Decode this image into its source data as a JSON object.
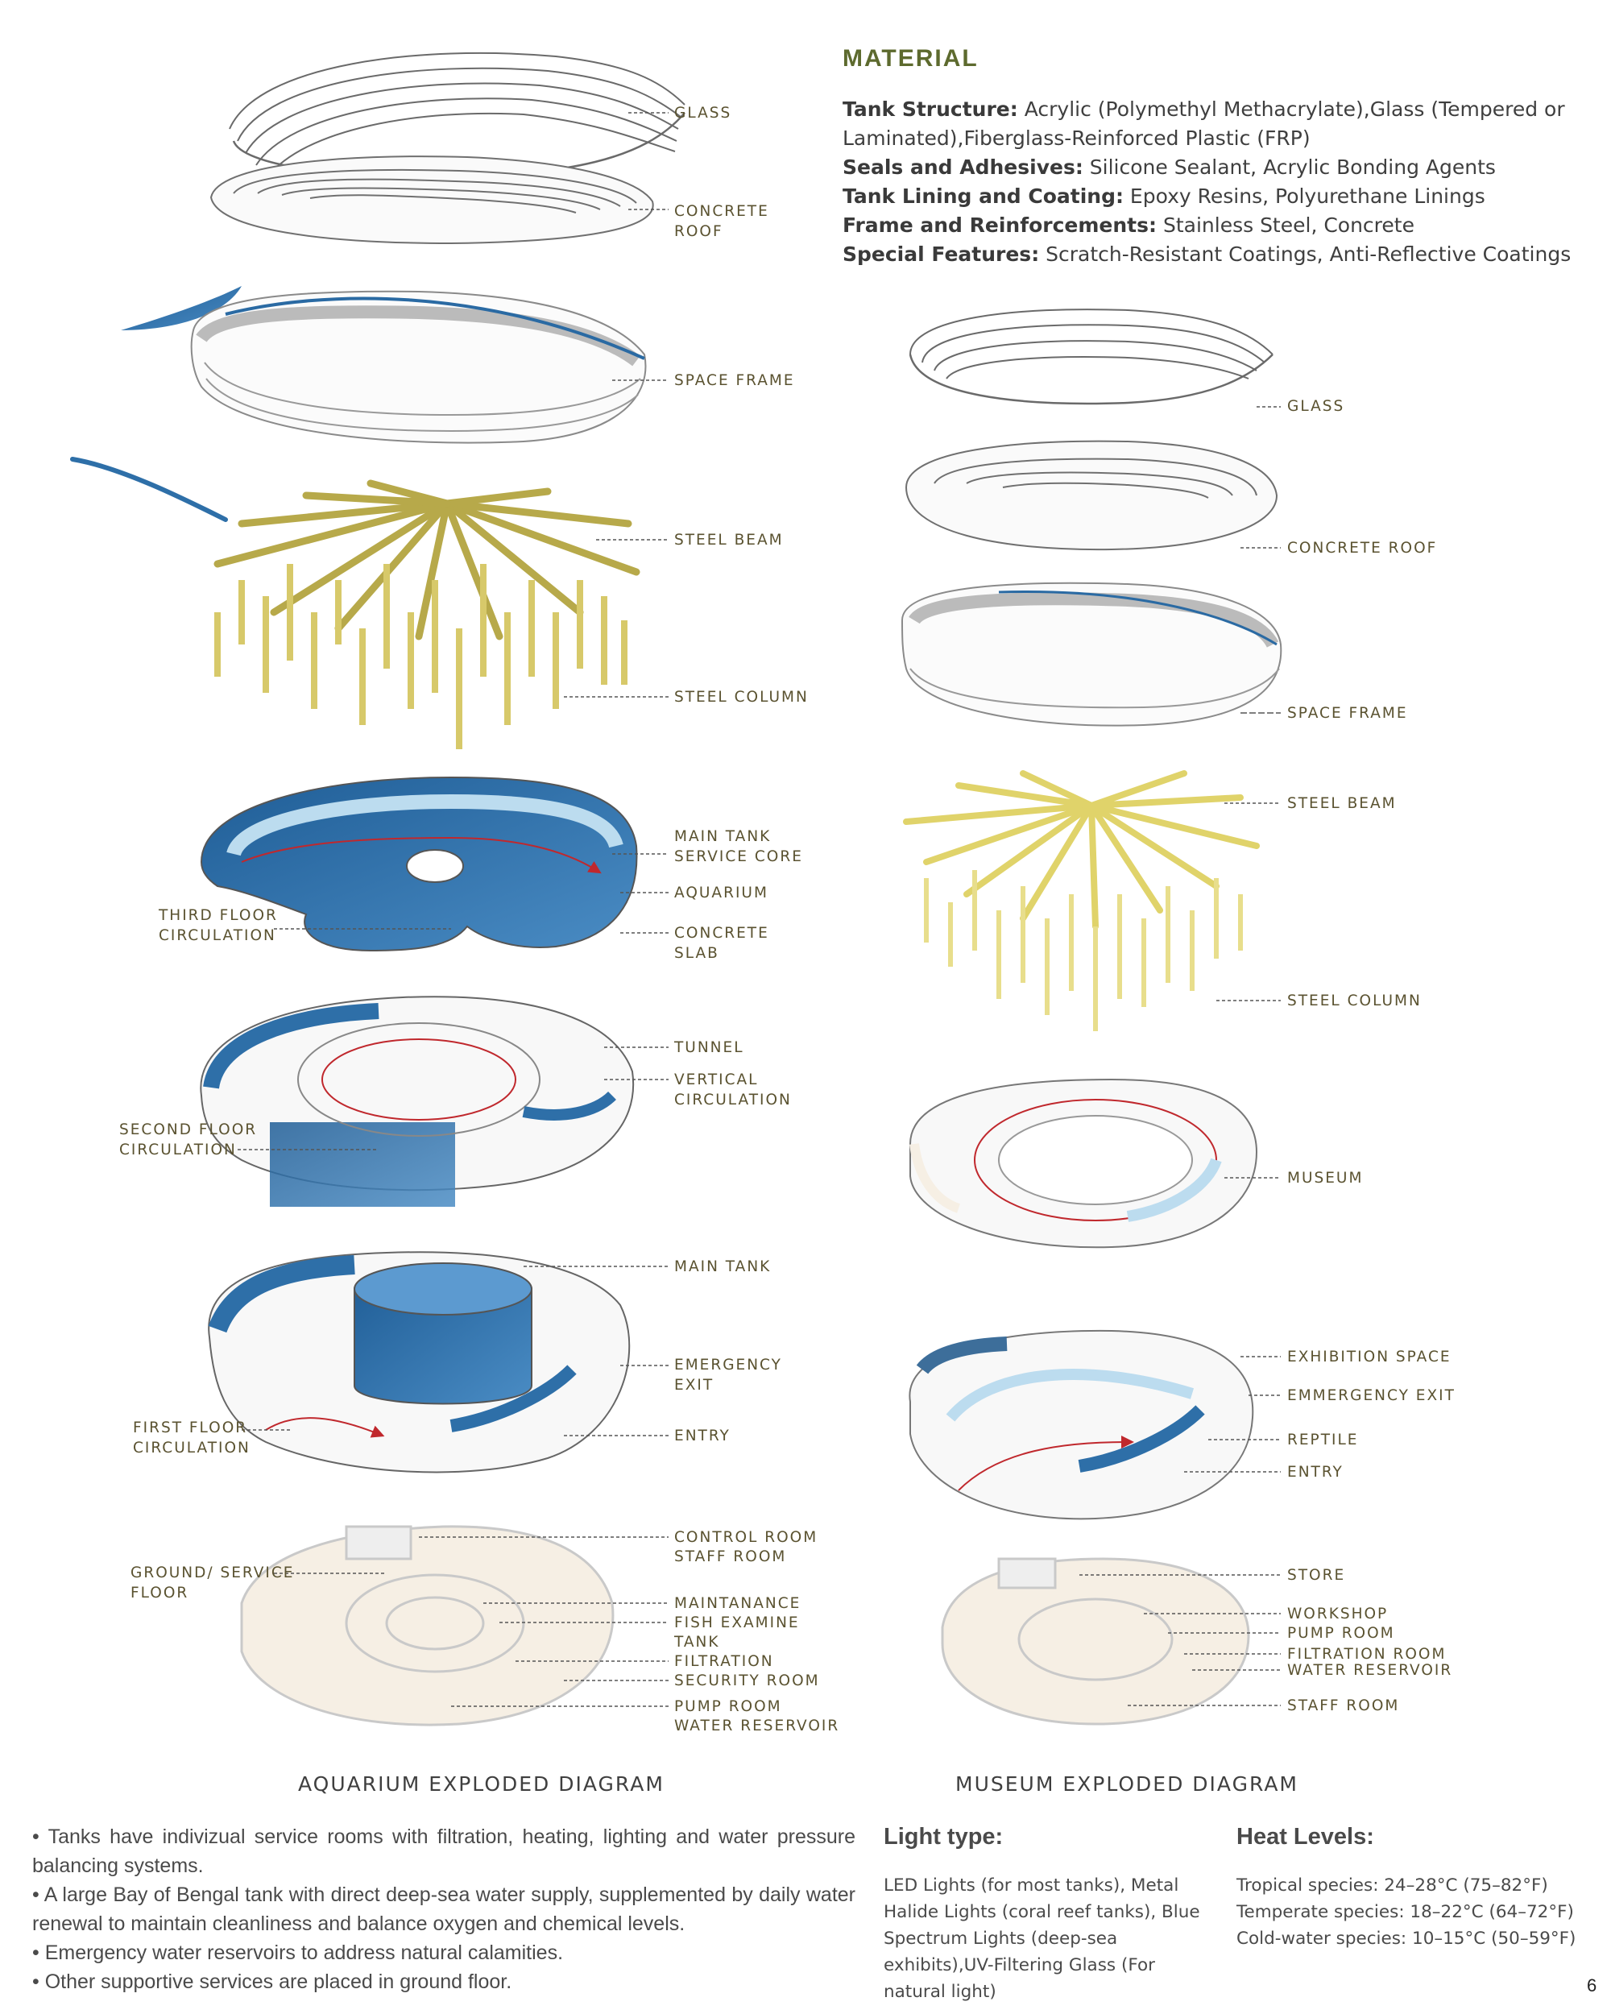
{
  "material": {
    "title": "MATERIAL",
    "items": [
      {
        "label": "Tank Structure:",
        "value": " Acrylic (Polymethyl Methacrylate),Glass (Tempered or Laminated),Fiberglass-Reinforced Plastic (FRP)"
      },
      {
        "label": "Seals and Adhesives:",
        "value": " Silicone Sealant, Acrylic Bonding Agents"
      },
      {
        "label": "Tank Lining and Coating:",
        "value": " Epoxy Resins, Polyurethane Linings"
      },
      {
        "label": "Frame and Reinforcements:",
        "value": " Stainless Steel, Concrete"
      },
      {
        "label": "Special Features:",
        "value": "  Scratch-Resistant Coatings, Anti-Reflective Coatings"
      }
    ]
  },
  "aquarium": {
    "caption": "AQUARIUM EXPLODED DIAGRAM",
    "labels": {
      "glass": "GLASS",
      "concrete_roof": "CONCRETE\nROOF",
      "space_frame": "SPACE FRAME",
      "steel_beam": "STEEL BEAM",
      "steel_column": "STEEL COLUMN",
      "main_tank_service_core": "MAIN TANK\nSERVICE CORE",
      "aquarium": "AQUARIUM",
      "concrete_slab": "CONCRETE\nSLAB",
      "third_floor_circulation": "THIRD FLOOR\nCIRCULATION",
      "tunnel": "TUNNEL",
      "vertical_circulation": "VERTICAL\nCIRCULATION",
      "second_floor_circulation": "SECOND FLOOR\nCIRCULATION",
      "main_tank": "MAIN TANK",
      "emergency_exit": "EMERGENCY\nEXIT",
      "entry": "ENTRY",
      "first_floor_circulation": "FIRST FLOOR\nCIRCULATION",
      "control_room": "CONTROL ROOM",
      "staff_room": "STAFF ROOM",
      "ground_service_floor": "GROUND/ SERVICE\nFLOOR",
      "maintanance": "MAINTANANCE",
      "fish_examine": "FISH EXAMINE",
      "tank": "TANK",
      "filtration": "FILTRATION",
      "security_room": "SECURITY ROOM",
      "pump_room": "PUMP ROOM",
      "water_reservoir": "WATER RESERVOIR"
    }
  },
  "museum": {
    "caption": "MUSEUM EXPLODED DIAGRAM",
    "labels": {
      "glass": "GLASS",
      "concrete_roof": "CONCRETE ROOF",
      "space_frame": "SPACE FRAME",
      "steel_beam": "STEEL BEAM",
      "steel_column": "STEEL COLUMN",
      "museum": "MUSEUM",
      "exhibition_space": "EXHIBITION SPACE",
      "emmergency_exit": "EMMERGENCY EXIT",
      "reptile": "REPTILE",
      "entry": "ENTRY",
      "store": "STORE",
      "workshop": "WORKSHOP",
      "pump_room": "PUMP ROOM",
      "filtration_room": "FILTRATION ROOM",
      "water_reservoir": "WATER RESERVOIR",
      "staff_room": "STAFF ROOM"
    }
  },
  "notes": [
    "• Tanks have indivizual service rooms with filtration, heating, lighting and water pressure balancing systems.",
    "• A large Bay of Bengal tank with direct deep-sea water supply, supplemented by daily water renewal to maintain cleanliness and balance oxygen and chemical levels.",
    "• Emergency water reservoirs to address natural calamities.",
    "•  Other supportive services are placed in ground floor."
  ],
  "light": {
    "title": "Light type:",
    "body": "LED Lights (for most tanks), Metal\nHalide Lights (coral reef tanks), Blue\nSpectrum Lights (deep-sea\nexhibits),UV-Filtering Glass (For\nnatural light)"
  },
  "heat": {
    "title": "Heat Levels:",
    "body": "Tropical species: 24–28°C (75–82°F)\nTemperate species: 18–22°C (64–72°F)\nCold-water species: 10–15°C (50–59°F)"
  },
  "page_number": "6",
  "colors": {
    "label_text": "#5a5230",
    "heading_green": "#5d6a2e",
    "water_blue": "#2e6fa8",
    "water_light": "#bcdcef",
    "steel_yellow": "#e7dc8a",
    "circulation_red": "#c0282d",
    "floor_beige": "#f6efe4"
  }
}
